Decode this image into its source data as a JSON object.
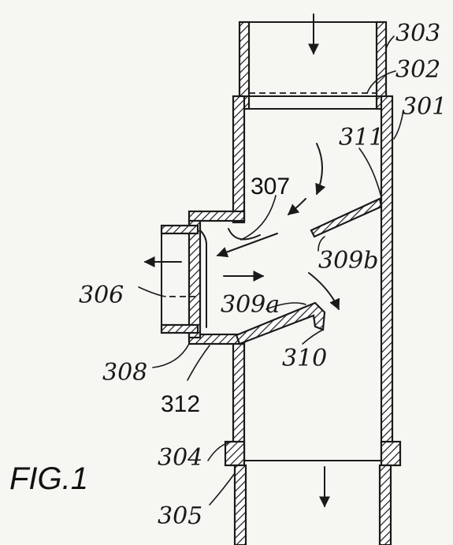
{
  "figure_label": "FIG.1",
  "references": {
    "r301": "301",
    "r302": "302",
    "r303": "303",
    "r304": "304",
    "r305": "305",
    "r306": "306",
    "r307": "307",
    "r308": "308",
    "r309a": "309a",
    "r309b": "309b",
    "r310": "310",
    "r311": "311",
    "r312": "312"
  },
  "colors": {
    "ink": "#1a1a1a",
    "paper": "#f6f6f3"
  }
}
